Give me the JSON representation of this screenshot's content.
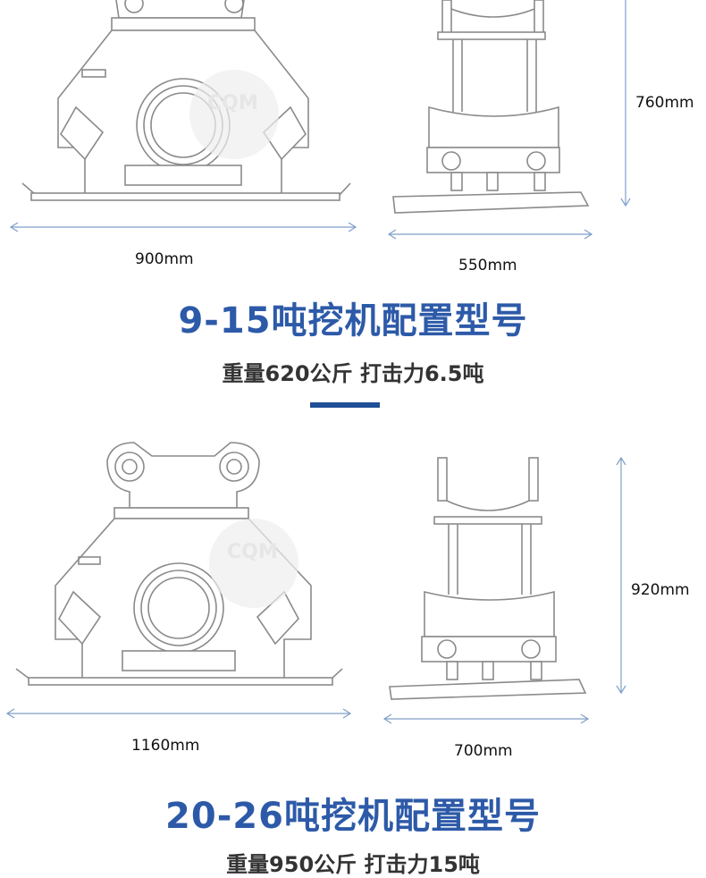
{
  "section1": {
    "width_label": "900mm",
    "depth_label": "550mm",
    "height_label": "760mm",
    "title": "9-15吨挖机配置型号",
    "subtitle": "重量620公斤 打击力6.5吨"
  },
  "section2": {
    "width_label": "1160mm",
    "depth_label": "700mm",
    "height_label": "920mm",
    "title": "20-26吨挖机配置型号",
    "subtitle": "重量950公斤 打击力15吨"
  },
  "watermark": {
    "text": "CQM",
    "color": "#e6e6e6"
  },
  "colors": {
    "title": "#2d5aa8",
    "divider": "#1f4f96",
    "dimension_line": "#7f9fc7"
  },
  "icons": [
    "compactor-front-drawing",
    "compactor-side-drawing"
  ]
}
